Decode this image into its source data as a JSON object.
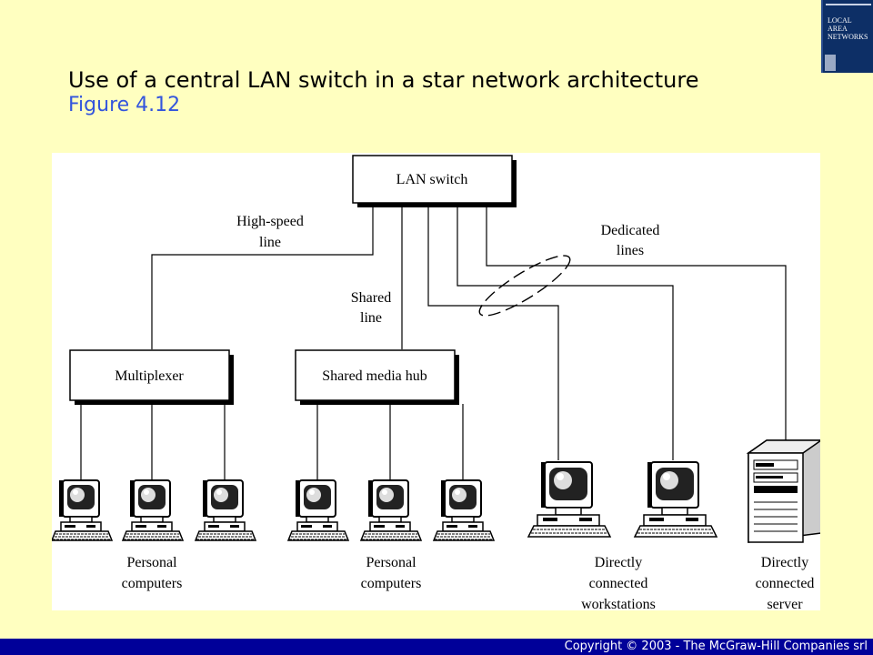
{
  "slide": {
    "title": "Use of a central LAN switch in a star network architecture",
    "subtitle": "Figure 4.12"
  },
  "book_cover": {
    "title_lines": [
      "LOCAL",
      "AREA",
      "NETWORKS"
    ]
  },
  "diagram": {
    "nodes": {
      "lan_switch": "LAN switch",
      "multiplexer": "Multiplexer",
      "hub": "Shared media hub"
    },
    "line_labels": {
      "high_speed": [
        "High-speed",
        "line"
      ],
      "shared": [
        "Shared",
        "line"
      ],
      "dedicated": [
        "Dedicated",
        "lines"
      ]
    },
    "group_labels": {
      "pc_group_1": [
        "Personal",
        "computers"
      ],
      "pc_group_2": [
        "Personal",
        "computers"
      ],
      "workstations": [
        "Directly",
        "connected",
        "workstations"
      ],
      "server": [
        "Directly",
        "connected",
        "server"
      ]
    }
  },
  "footer": {
    "copyright": "Copyright © 2003 - The McGraw-Hill Companies srl"
  },
  "colors": {
    "background": "#ffffc0",
    "footer": "#000099",
    "subtitle": "#3355dd"
  }
}
